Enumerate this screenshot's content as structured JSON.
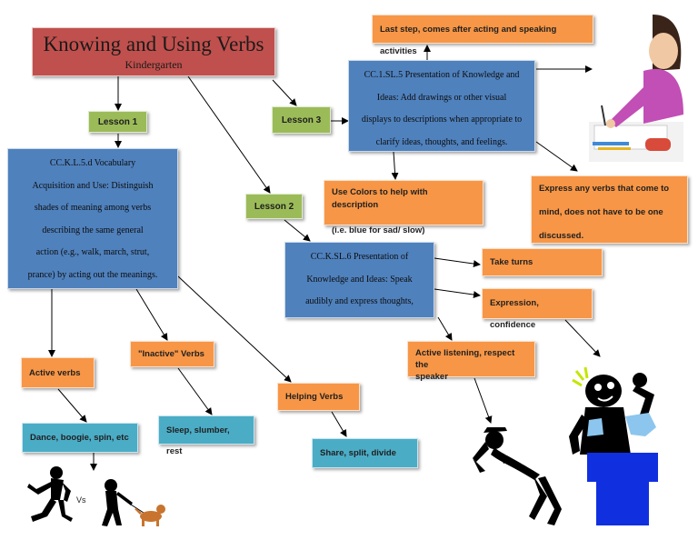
{
  "title": {
    "main": "Knowing and Using Verbs",
    "sub": "Kindergarten"
  },
  "lessons": {
    "l1": "Lesson 1",
    "l2": "Lesson 2",
    "l3": "Lesson 3"
  },
  "standards": {
    "k_l_5d": "CC.K.L.5.d Vocabulary\nAcquisition and Use: Distinguish\nshades of meaning among verbs\ndescribing the same general\naction (e.g., walk, march, strut,\nprance) by acting out the meanings.",
    "k_sl_6": "CC.K.SL.6 Presentation of\nKnowledge and Ideas: Speak\naudibly and express thoughts,",
    "sl_5": "CC.1.SL.5 Presentation of Knowledge and\nIdeas: Add drawings or other visual\ndisplays to descriptions when appropriate to\nclarify ideas, thoughts, and feelings."
  },
  "notes": {
    "last_step": "Last step, comes after acting and speaking activities",
    "use_colors": "Use Colors to help with description\n\n(i.e. blue for sad/ slow)",
    "express_verbs": "Express any verbs that come to\n\nmind, does not have to be one\n\ndiscussed.",
    "take_turns": "Take turns",
    "expression": "Expression, confidence",
    "active_listening": "Active listening, respect the\nspeaker",
    "active_verbs": "Active verbs",
    "inactive_verbs": "\"Inactive\" Verbs",
    "helping_verbs": "Helping Verbs"
  },
  "examples": {
    "active": "Dance, boogie, spin, etc",
    "inactive": "Sleep, slumber, rest",
    "helping": "Share, split, divide"
  },
  "vs_label": "Vs",
  "colors": {
    "title": "#c0504d",
    "lesson": "#9bbb59",
    "standard": "#4f81bd",
    "note": "#f79646",
    "example": "#4bacc6",
    "podium": "#1030e0"
  }
}
